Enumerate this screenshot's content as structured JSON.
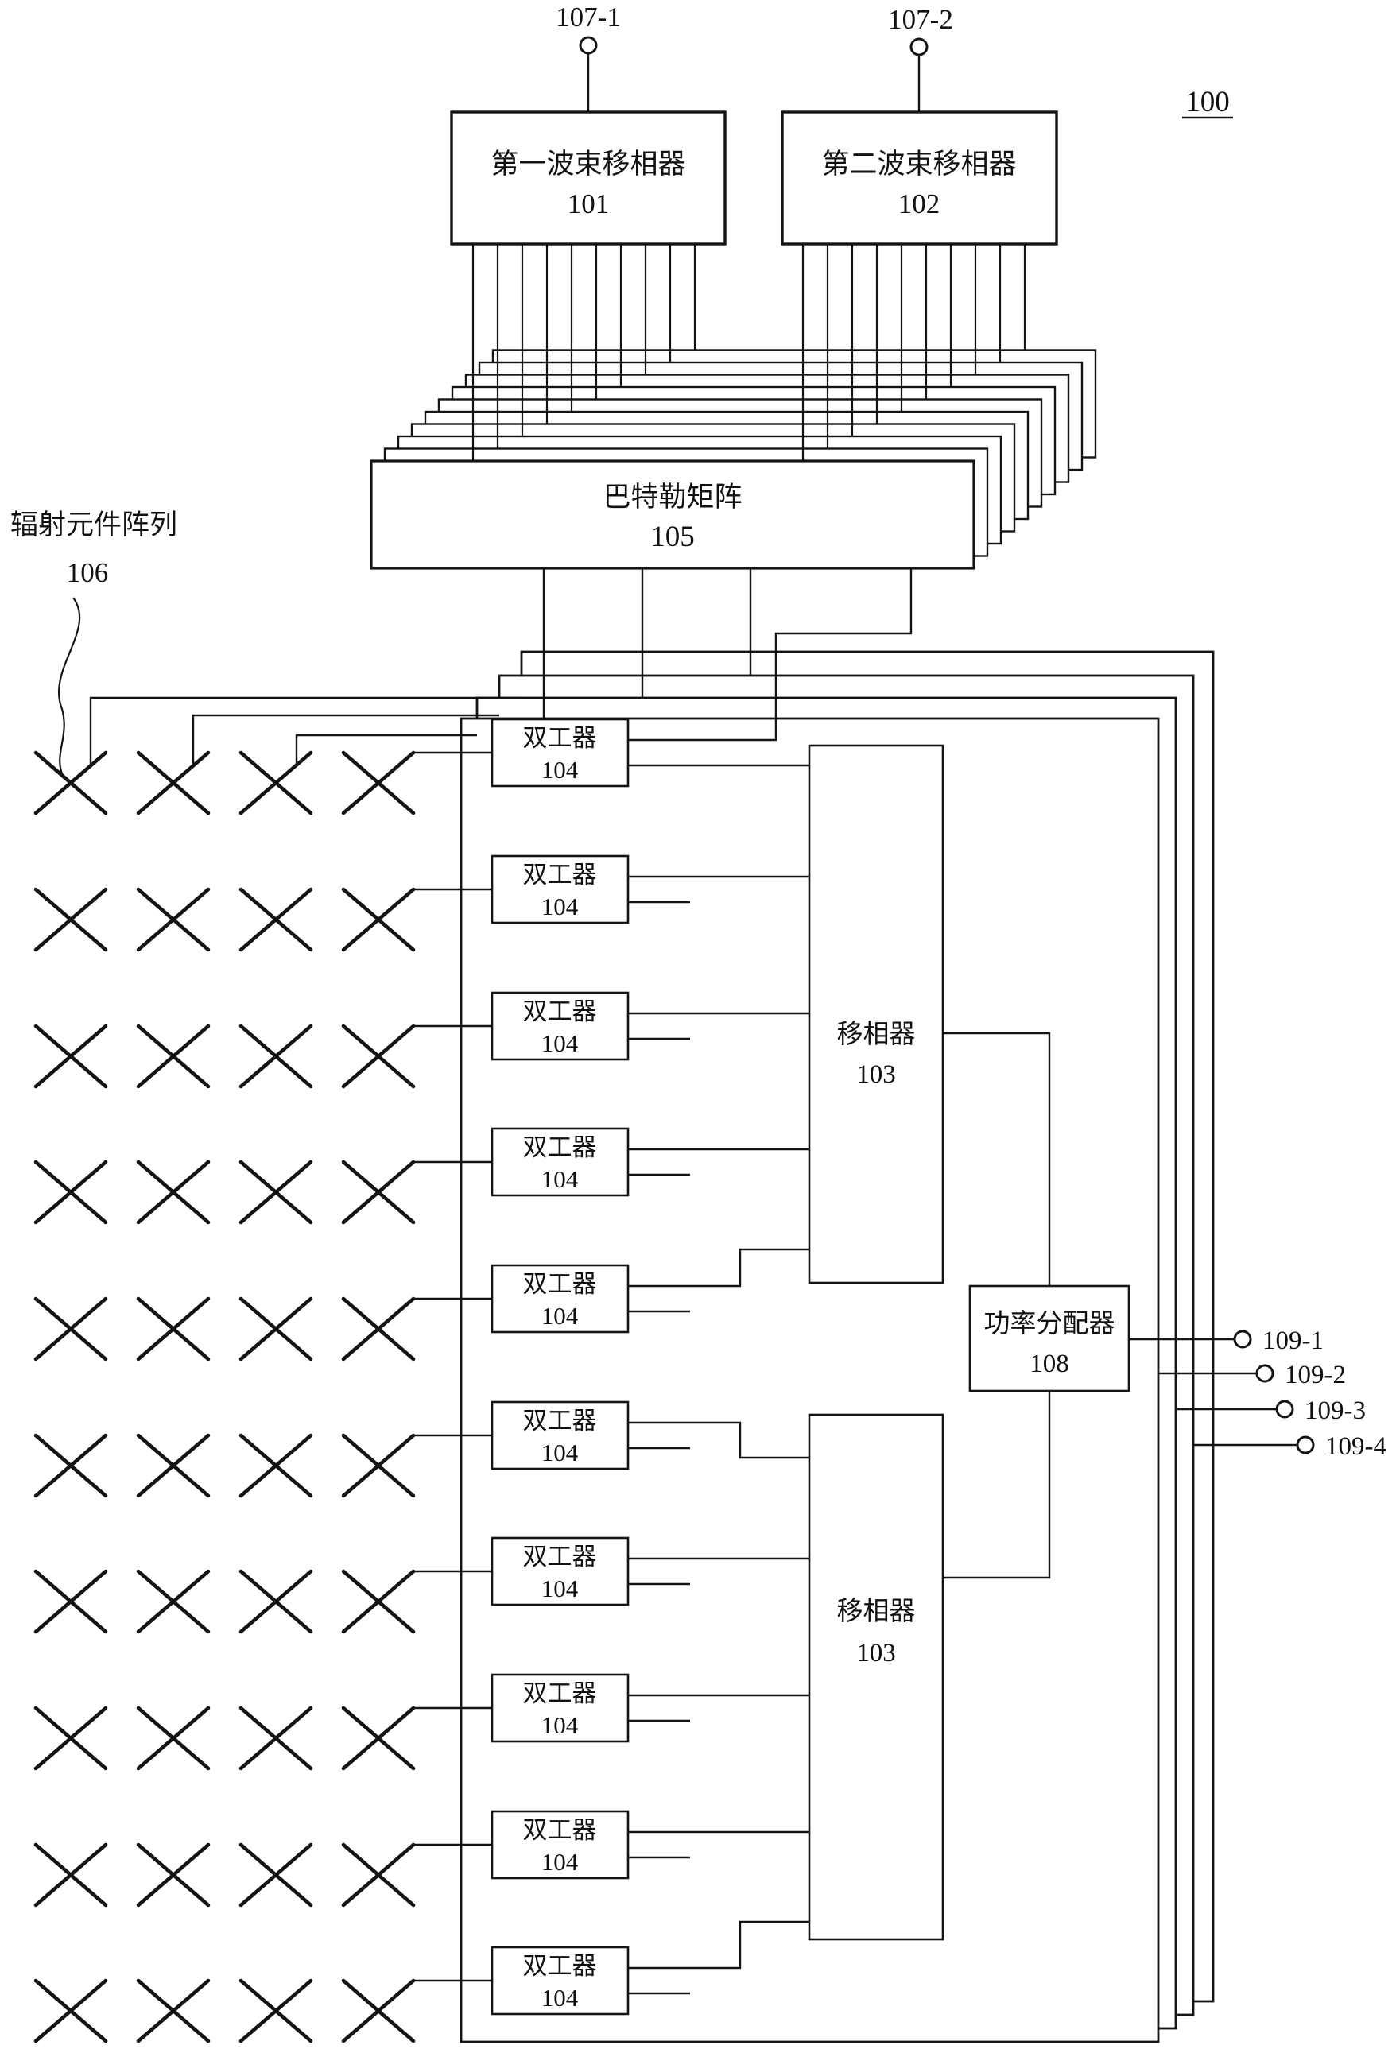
{
  "diagram": {
    "figure_ref": "100",
    "blocks": {
      "beam_shifter_1": {
        "name": "第一波束移相器",
        "code": "101"
      },
      "beam_shifter_2": {
        "name": "第二波束移相器",
        "code": "102"
      },
      "phase_shifter": {
        "name": "移相器",
        "code": "103"
      },
      "duplexer": {
        "name": "双工器",
        "code": "104"
      },
      "butler_matrix": {
        "name": "巴特勒矩阵",
        "code": "105"
      },
      "radiating_array": {
        "name": "辐射元件阵列",
        "code": "106"
      },
      "power_divider": {
        "name": "功率分配器",
        "code": "108"
      }
    },
    "ports": {
      "input_1": "107-1",
      "input_2": "107-2",
      "outputs": [
        "109-1",
        "109-2",
        "109-3",
        "109-4"
      ]
    },
    "colors": {
      "line": "#141414",
      "background": "#ffffff"
    }
  }
}
